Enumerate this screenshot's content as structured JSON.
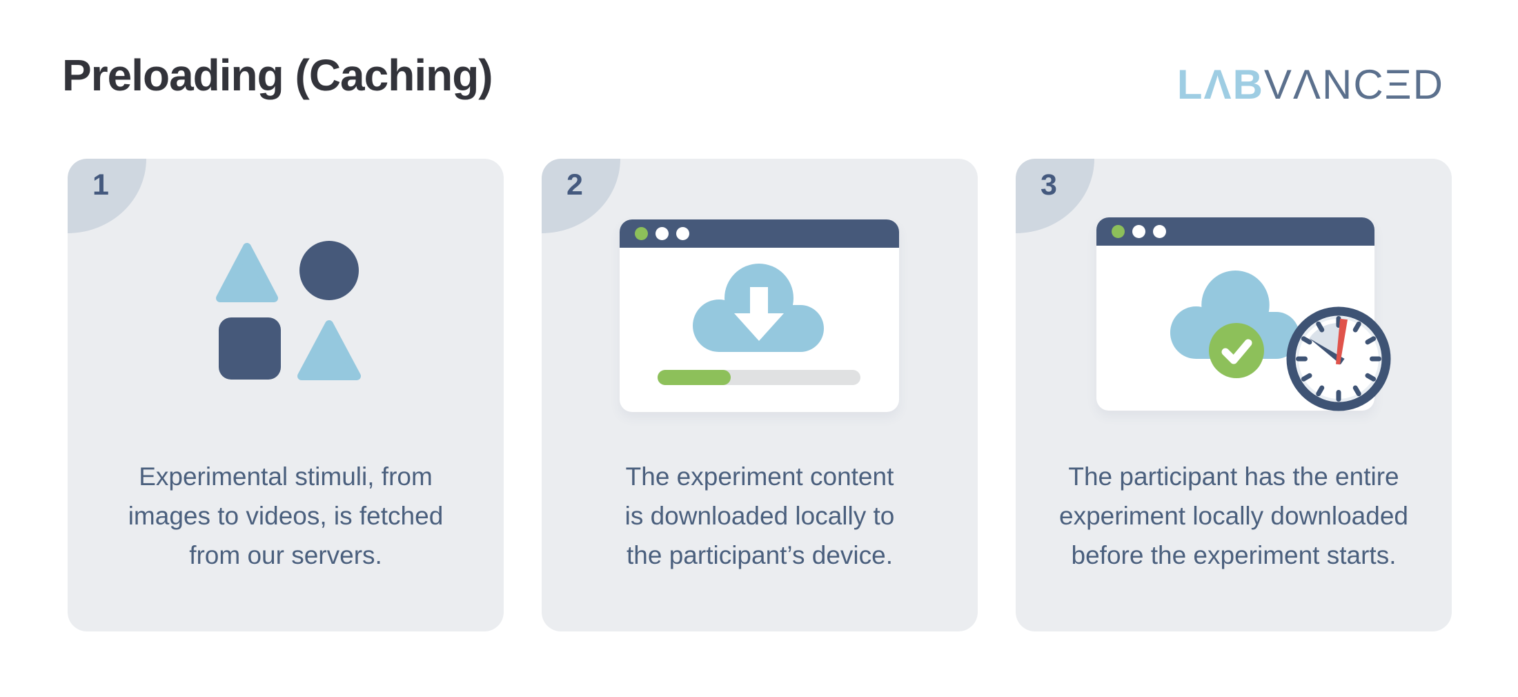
{
  "header": {
    "title": "Preloading (Caching)",
    "logo": {
      "lab": "LΛB",
      "vanced": "VΛNCΞD"
    }
  },
  "palette": {
    "slate": "#46597a",
    "slate_dark": "#3e5374",
    "light_blue": "#95c8de",
    "green": "#8dc05a",
    "red": "#e0534b",
    "card_background": "#ebedf0",
    "corner_shape": "#cfd7e0",
    "caption_text": "#4a5f7d",
    "title_text": "#32333a",
    "progress_track": "#e0e1e2",
    "logo_blue": "#9ecde3",
    "logo_slate": "#5b708d"
  },
  "cards": [
    {
      "number": "1",
      "illustration": "stimuli-shapes",
      "caption_lines": [
        "Experimental stimuli, from",
        "images to videos, is fetched",
        "from our servers."
      ]
    },
    {
      "number": "2",
      "illustration": "browser-cloud-download",
      "progress_percent": 36,
      "caption_lines": [
        "The experiment content",
        "is downloaded locally to",
        "the participant’s device."
      ]
    },
    {
      "number": "3",
      "illustration": "browser-downloaded-clock",
      "caption_lines": [
        "The participant has the entire",
        "experiment locally downloaded",
        "before the experiment starts."
      ]
    }
  ]
}
